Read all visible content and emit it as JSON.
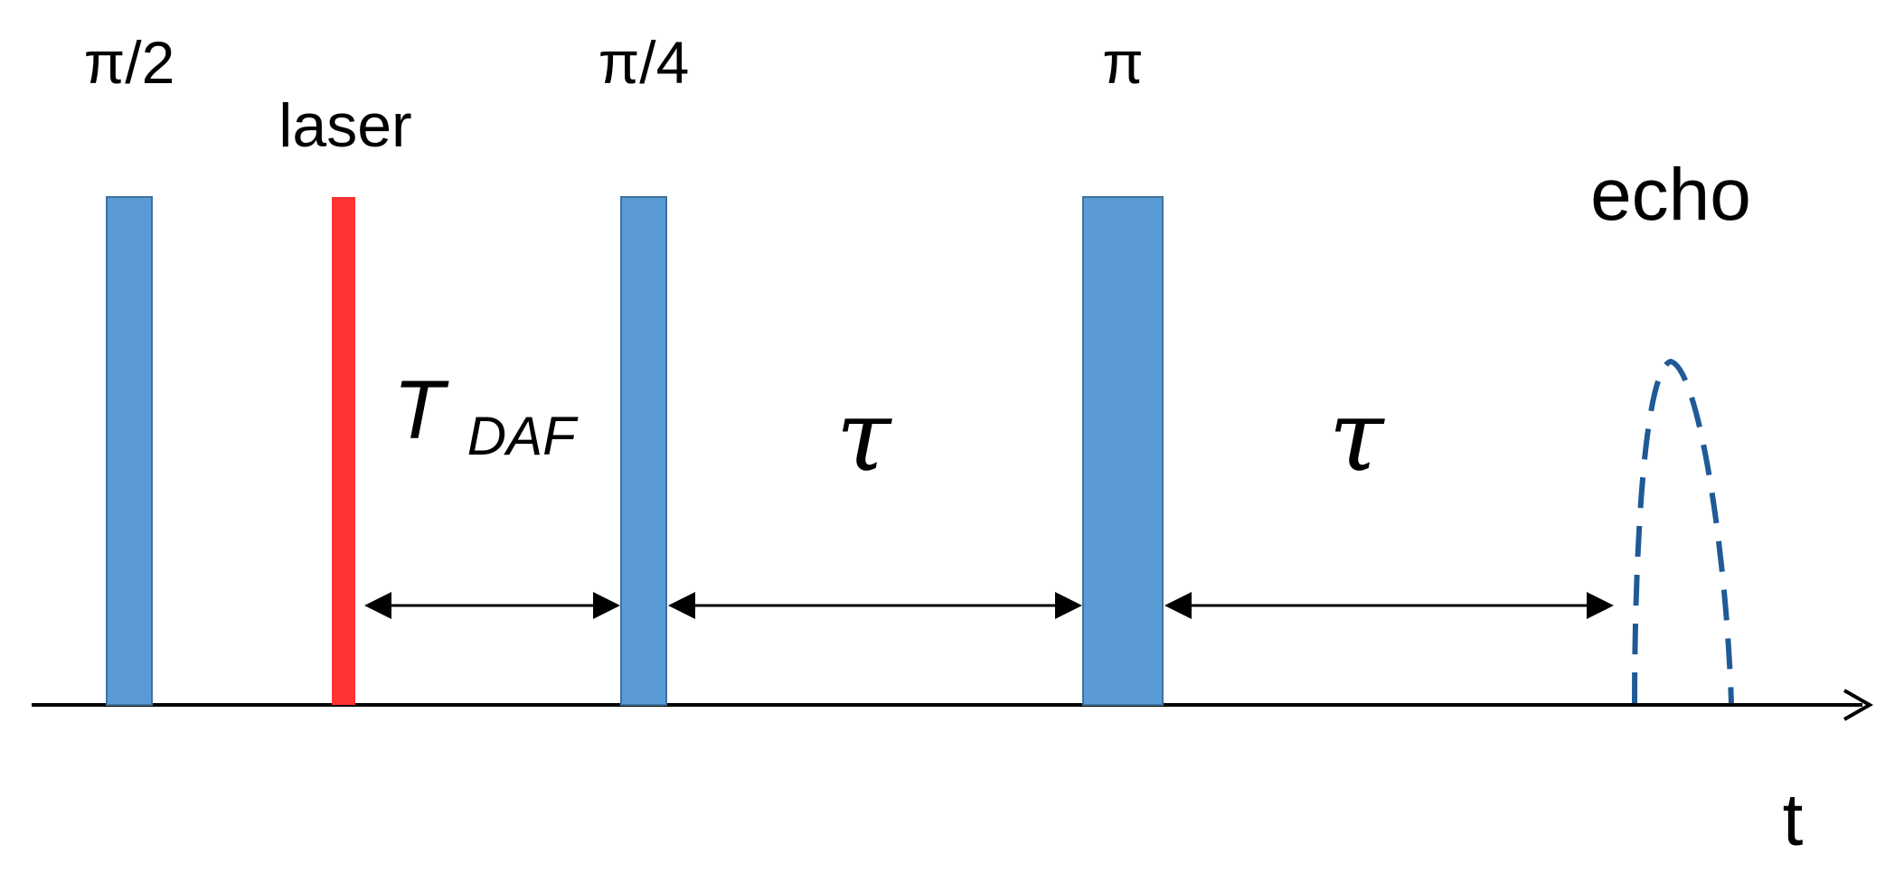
{
  "diagram": {
    "labels": {
      "pulse_pi_over_2": "π/2",
      "laser": "laser",
      "pulse_pi_over_4": "π/4",
      "pulse_pi": "π",
      "echo": "echo",
      "t_daf_main": "T",
      "t_daf_sub": "DAF",
      "tau_first": "τ",
      "tau_second": "τ",
      "time_axis": "t"
    },
    "colors": {
      "pulse": "#5b9bd5",
      "pulse_outline": "#41719c",
      "laser": "#ff3333",
      "echo": "#1f5a96",
      "axis": "#000000",
      "arrow": "#000000"
    }
  }
}
